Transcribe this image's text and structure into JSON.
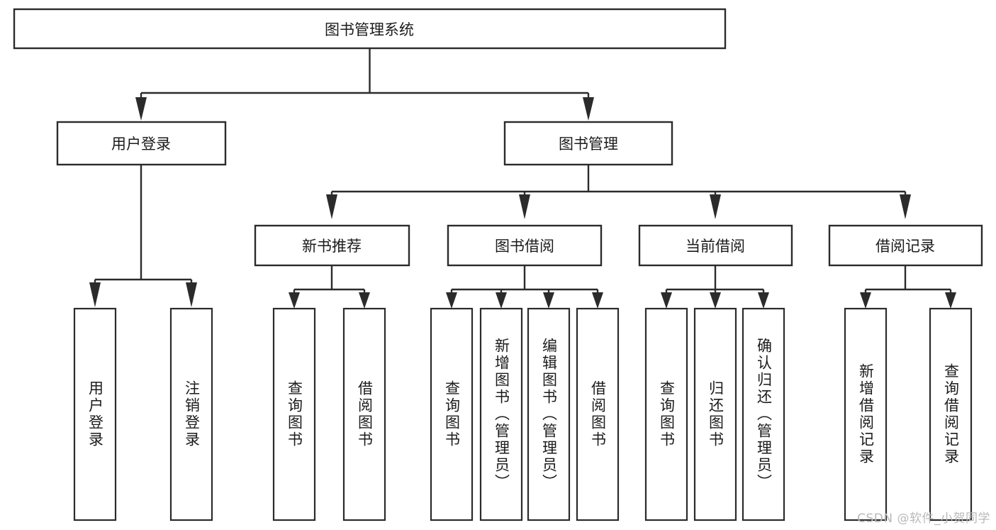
{
  "diagram": {
    "type": "hierarchy-tree",
    "title": "图书管理系统",
    "watermark": "CSDN @软件_小贺同学",
    "root": {
      "id": "root",
      "label": "图书管理系统"
    },
    "level2": [
      {
        "id": "user-login",
        "label": "用户登录"
      },
      {
        "id": "book-manage",
        "label": "图书管理"
      }
    ],
    "level3": [
      {
        "id": "new-book-recommend",
        "label": "新书推荐",
        "parent": "book-manage"
      },
      {
        "id": "book-borrow",
        "label": "图书借阅",
        "parent": "book-manage"
      },
      {
        "id": "current-borrow",
        "label": "当前借阅",
        "parent": "book-manage"
      },
      {
        "id": "borrow-record",
        "label": "借阅记录",
        "parent": "book-manage"
      }
    ],
    "leaves": [
      {
        "id": "leaf-user-login",
        "label": "用户登录",
        "parent": "user-login"
      },
      {
        "id": "leaf-logout-login",
        "label": "注销登录",
        "parent": "user-login"
      },
      {
        "id": "leaf-query-book-1",
        "label": "查询图书",
        "parent": "new-book-recommend"
      },
      {
        "id": "leaf-borrow-book-1",
        "label": "借阅图书",
        "parent": "new-book-recommend"
      },
      {
        "id": "leaf-query-book-2",
        "label": "查询图书",
        "parent": "book-borrow"
      },
      {
        "id": "leaf-add-book",
        "label": "新增图书（管理员）",
        "parent": "book-borrow"
      },
      {
        "id": "leaf-edit-book",
        "label": "编辑图书（管理员）",
        "parent": "book-borrow"
      },
      {
        "id": "leaf-borrow-book-2",
        "label": "借阅图书",
        "parent": "book-borrow"
      },
      {
        "id": "leaf-query-book-3",
        "label": "查询图书",
        "parent": "current-borrow"
      },
      {
        "id": "leaf-return-book",
        "label": "归还图书",
        "parent": "current-borrow"
      },
      {
        "id": "leaf-confirm-return",
        "label": "确认归还（管理员）",
        "parent": "current-borrow"
      },
      {
        "id": "leaf-add-record",
        "label": "新增借阅记录",
        "parent": "borrow-record"
      },
      {
        "id": "leaf-query-record",
        "label": "查询借阅记录",
        "parent": "borrow-record"
      }
    ],
    "colors": {
      "stroke": "#2b2b2b",
      "fill": "#ffffff",
      "text": "#1b1b1b",
      "watermark": "#b9b9b9"
    }
  }
}
